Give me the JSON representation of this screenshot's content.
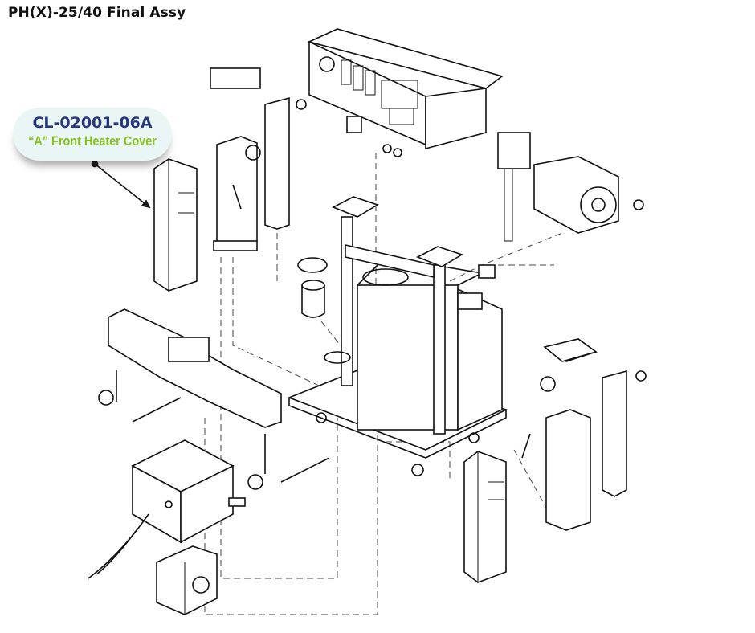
{
  "title": "PH(X)-25/40 Final Assy",
  "callout": {
    "part_number": "CL-02001-06A",
    "description": "“A” Front Heater Cover"
  },
  "colors": {
    "part_number": "#27377a",
    "description": "#86c31e",
    "callout_bg": "#eaf5f6"
  }
}
